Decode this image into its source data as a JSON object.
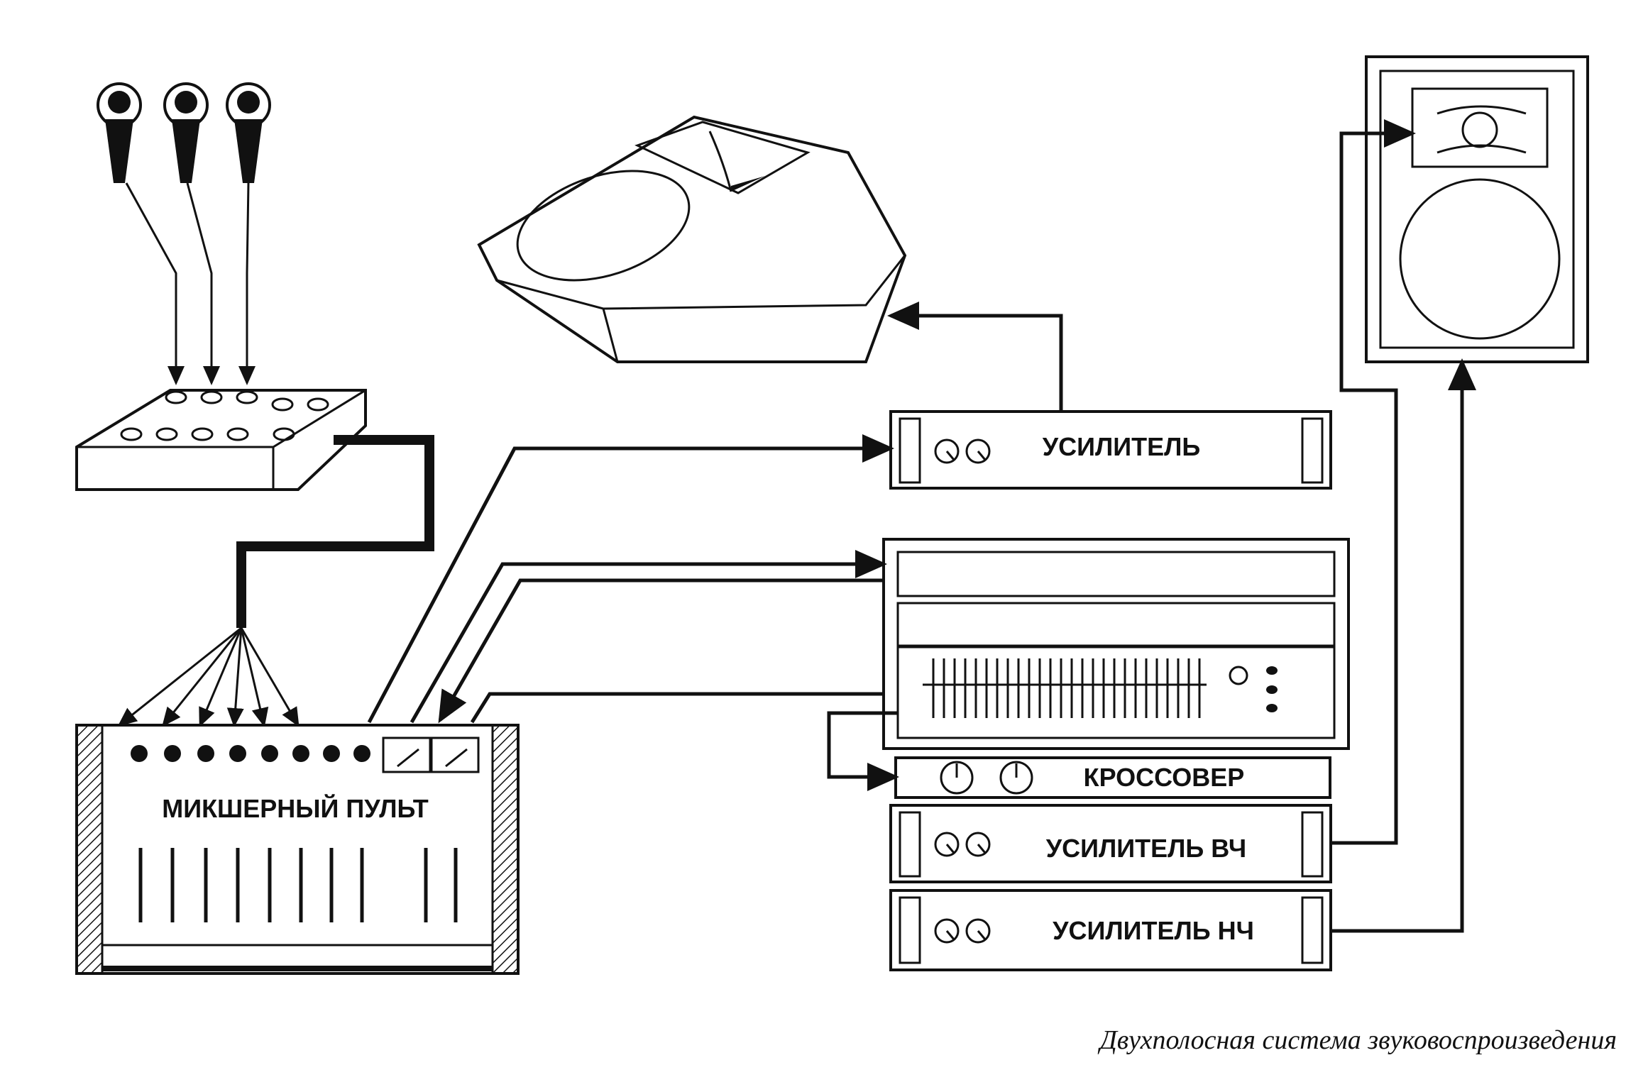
{
  "labels": {
    "amplifier": "УСИЛИТЕЛЬ",
    "crossover": "КРОССОВЕР",
    "amp_hf": "УСИЛИТЕЛЬ ВЧ",
    "amp_lf": "УСИЛИТЕЛЬ НЧ",
    "mixer": "МИКШЕРНЫЙ ПУЛЬТ"
  },
  "caption": "Двухполосная система звуковоспроизведения",
  "colors": {
    "ink": "#111111",
    "paper": "#ffffff"
  }
}
